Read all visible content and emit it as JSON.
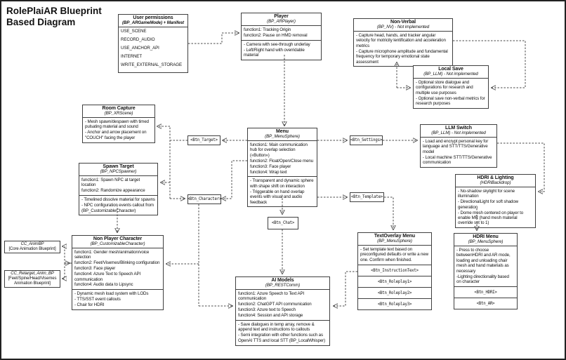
{
  "title_line1": "RolePlaiAR Blueprint",
  "title_line2": "Based Diagram",
  "boxes": {
    "user_permissions": {
      "title": "User permissions",
      "subtitle": "(BP_ARGameMode) + Manifest",
      "items": [
        "USE_SCENE",
        "RECORD_AUDIO",
        "USE_ANCHOR_API",
        "INTERNET",
        "WRITE_EXTERNAL_STORAGE"
      ]
    },
    "player": {
      "title": "Player",
      "subtitle": "(BP_ARPlayer)",
      "functions": [
        "function1: Tracking Origin",
        "function2: Pause on HMD removal"
      ],
      "notes": [
        "- Camera with see-through underlay",
        "- Left/Right hand with overridable material"
      ]
    },
    "non_verbal": {
      "title": "Non-Verbal",
      "subtitle": "(BP_NV) - Not implemented",
      "notes": [
        "- Capture head, hands, and tracker angular velocity for motricity lentification and acceleration metrics",
        "- Capture microphone amplitude and fundamental frequency for temporary emotional state assessment"
      ]
    },
    "local_save": {
      "title": "Local Save",
      "subtitle": "(BP_LLM) - Not implemented",
      "notes": [
        "- Optional store dialogue and configurations for research and multiple use purposes",
        "- Optional save non-verbal metrics for research purposes"
      ]
    },
    "llm_switch": {
      "title": "LLM Switch",
      "subtitle": "(BP_LLM) - Not implemented",
      "notes": [
        "- Load and encrypt personal key for language and STT/TTS/Generative model",
        "- Local machine STT/TTS/Generative communication"
      ]
    },
    "room_capture": {
      "title": "Room Capture",
      "subtitle": "(BP_XRScene)",
      "notes": [
        "- Mesh spawn/despawn with timed pulsating material and sound",
        "- Anchor and arrow placement on \"COUCH\" facing the player"
      ]
    },
    "menu": {
      "title": "Menu",
      "subtitle": "(BP_MenuSphere)",
      "functions": [
        "function1: Main communication hub for overlap selection («Button»)",
        "function2: Float/Open/Close menu",
        "function3: Face player",
        "function4: Wrap text"
      ],
      "notes": [
        "- Transparent and dynamic sphere with shape shift on interaction",
        "- Triggerable on hand overlap events with visual and audio feedback"
      ]
    },
    "spawn_target": {
      "title": "Spawn Target",
      "subtitle": "(BP_NPCSpawner)",
      "functions": [
        "function1: Spawn NPC at target location",
        "function2: Randomize appearance"
      ],
      "notes": [
        "- Timelined dissolve material for spawns",
        "- NPC configuration events callout from (BP_CustomizableCharacter)"
      ]
    },
    "npc": {
      "title": "Non Player Character",
      "subtitle": "(BP_CustomizableCharacter)",
      "functions": [
        "function1: Gender mesh/animation/voice selection",
        "function2: Feet/Visemes/Blinking configuration",
        "function3: Face player",
        "function4: Azure Text to Speech API communication",
        "function4: Audio data to Lipsync"
      ],
      "notes": [
        "- Dynamic mesh load system with LODs",
        "- TTS/SST event callouts",
        "- Chair for HDRI"
      ]
    },
    "cc_animbp": {
      "title": "CC_AnimBP",
      "note": "[Core Animation Blueprint]"
    },
    "cc_retarget": {
      "title": "CC_Retarget_Anim_BP",
      "note": "[Feet/Spine/Head/Visemes Animation Blueprint]"
    },
    "ai_models": {
      "title": "AI Models",
      "subtitle": "(BP_RESTComm)",
      "functions": [
        "function1: Azure Speech to Text API communication",
        "function2: ChatGPT API communication",
        "function3: Azure text to Speech",
        "function4: Session and API storage"
      ],
      "notes": [
        "- Save dialogues in temp array, remove & append text and instructions to callouts",
        "- Semi integration with other functions such as OpenAI TTS and local STT (BP_LocalWhisper)"
      ]
    },
    "textoverlay_menu": {
      "title": "TextOverlay Menu",
      "subtitle": "(BP_MenuSphere)",
      "notes": [
        "- Set template text based on preconfigured defaults or write a new one. Confirm when finished."
      ],
      "buttons": [
        "<Btn_InstructionText>",
        "<Btn_Roleplay1>",
        "<Btn_Roleplay2>",
        "<Btn_Roleplay3>"
      ]
    },
    "hdri_menu": {
      "title": "HDRI Menu",
      "subtitle": "(BP_MenuSphere)",
      "notes": [
        "- Press to choose betweenHDRI and AR mode, loading and unloading chair mesh and hand materials as necessary",
        "-Lighting directionality based on character"
      ],
      "buttons": [
        "<Btn_HDRI>",
        "<Btn_AR>"
      ]
    },
    "hdri_lighting": {
      "title": "HDRI & Lighting",
      "subtitle": "(HDRIBackdrop)",
      "notes": [
        "- No-shadow skylight for scene illumination",
        "- DirectionalLight for soft shadow generation",
        "- Dome mesh centered on player to enable MR (hand mesh material override set to 1)"
      ]
    }
  },
  "labels": {
    "btn_target": "<Btn_Target>",
    "btn_character": "<Btn_Character>",
    "btn_chat": "<Btn_Chat>",
    "btn_settings": "<Btn_Settings>",
    "btn_template": "<Btn_Template>"
  },
  "colors": {
    "line": "#4a4a4a",
    "border": "#3f3f3f",
    "background": "#ffffff",
    "text": "#111111"
  }
}
